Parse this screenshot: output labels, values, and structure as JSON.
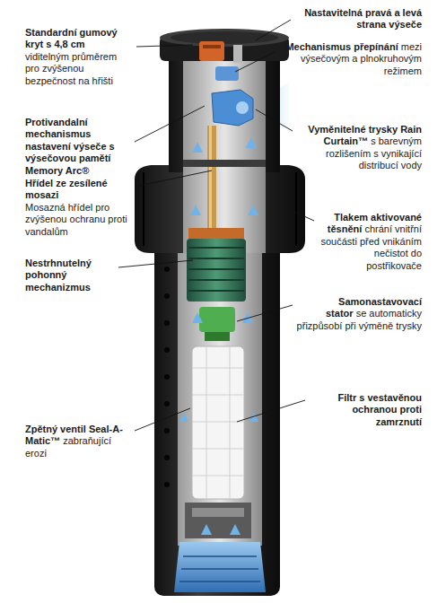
{
  "diagram": {
    "labels": [
      "Standardní gumový kryt s 4,8 cm",
      "viditelným průměrem pro zvýšenou bezpečnost na hřišti",
      "Protivandalní mechanismus nastavení výseče s výsečovou pamětí Memory Arc®",
      "Hřídel ze zesílené mosazi",
      "Mosazná hřídel pro zvýšenou ochranu proti vandalům",
      "Nestrhnutelný pohonný mechanizmus",
      "Zpětný ventil Seal-A-Matic™",
      "zabraňující erozi",
      "Nastavitelná pravá a levá strana výseče",
      "Mechanismus přepínání",
      "mezi výsečovým a plnokruhovým režimem",
      "Vyměnitelné trysky Rain Curtain™",
      "s barevným rozlišením s vynikající distribucí vody",
      "Tlakem aktivované těsnění",
      "chrání vnitřní součásti před vnikáním nečistot do postřikovače",
      "Samonastavovací stator",
      "se automaticky přizpůsobí při výměně trysky",
      "Filtr s vestavěnou ochranou proti zamrznutí"
    ]
  }
}
